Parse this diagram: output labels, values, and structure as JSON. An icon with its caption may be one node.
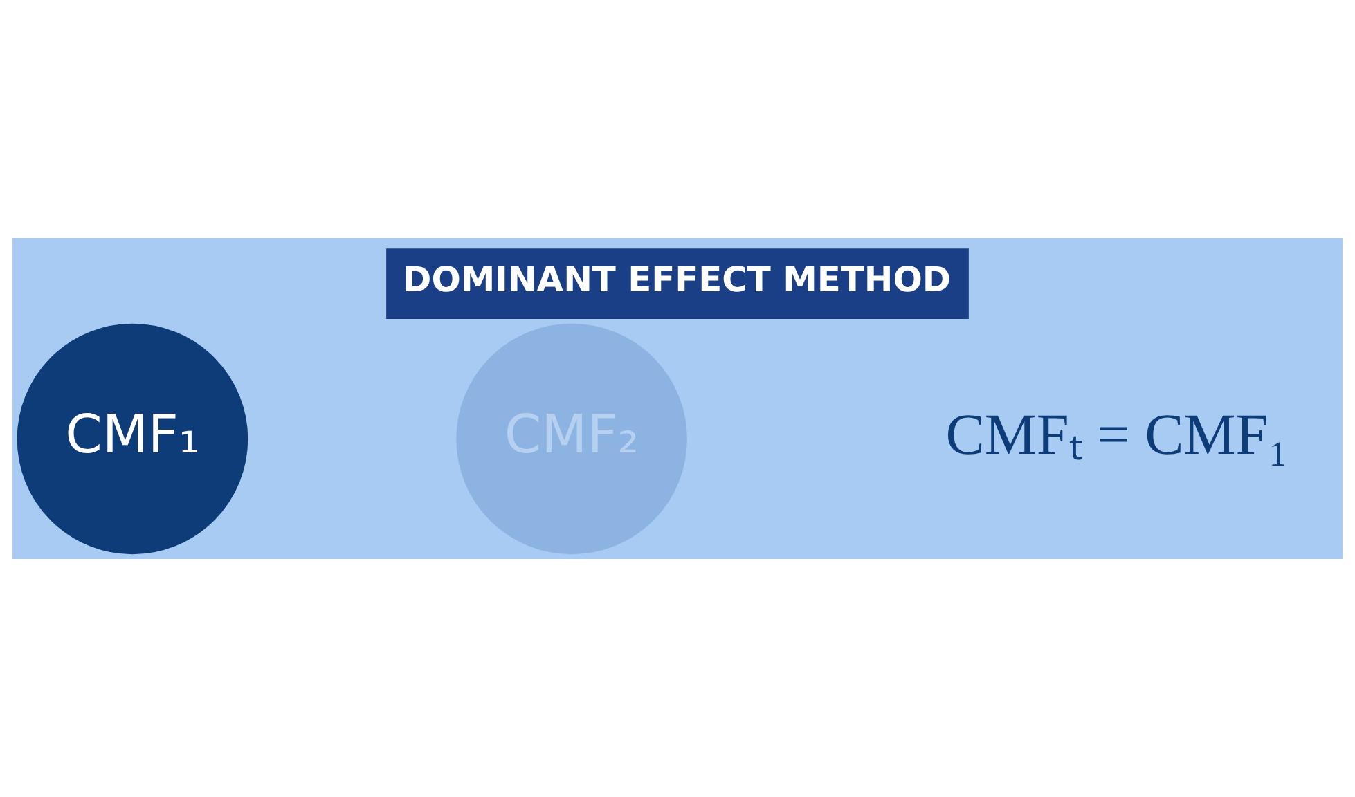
{
  "diagram": {
    "title": "DOMINANT EFFECT METHOD",
    "nodes": [
      {
        "text": [
          "CMF₁"
        ]
      },
      {
        "text": [
          "CMF₂"
        ]
      }
    ],
    "labels": [
      "CMFₜ = CMF₁"
    ]
  }
}
